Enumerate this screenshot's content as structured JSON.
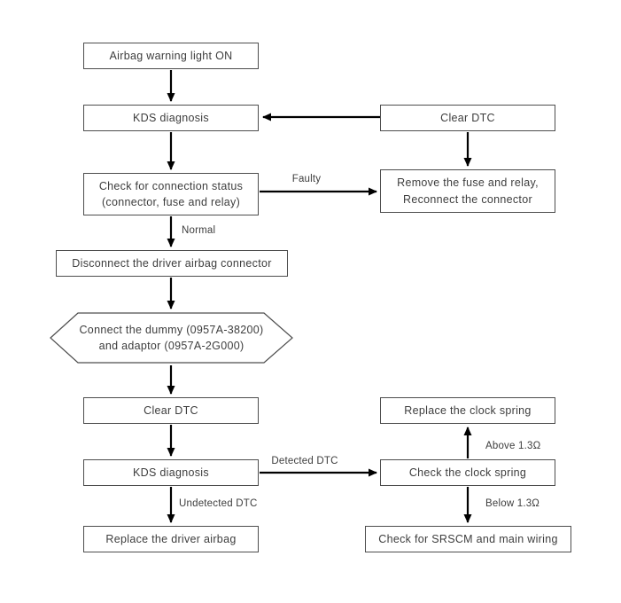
{
  "diagram": {
    "type": "flowchart",
    "colors": {
      "background": "#ffffff",
      "box_border": "#4d4d4d",
      "text": "#3d3d3d",
      "arrow": "#000000"
    },
    "nodes": {
      "airbag_warning": {
        "label": "Airbag warning light ON"
      },
      "kds_diagnosis_1": {
        "label": "KDS diagnosis"
      },
      "clear_dtc_top": {
        "label": "Clear DTC"
      },
      "check_connection": {
        "label": "Check for connection status\n(connector, fuse and relay)"
      },
      "remove_fuse": {
        "label": "Remove the fuse and relay,\nReconnect the connector"
      },
      "disconnect_airbag": {
        "label": "Disconnect the driver airbag connector"
      },
      "connect_dummy": {
        "label": "Connect the dummy (0957A-38200)\nand adaptor (0957A-2G000)"
      },
      "clear_dtc_2": {
        "label": "Clear DTC"
      },
      "kds_diagnosis_2": {
        "label": "KDS diagnosis"
      },
      "replace_driver_airbag": {
        "label": "Replace the driver airbag"
      },
      "replace_clock_spring": {
        "label": "Replace the clock spring"
      },
      "check_clock_spring": {
        "label": "Check the clock spring"
      },
      "check_srscm": {
        "label": "Check for SRSCM and main wiring"
      }
    },
    "edge_labels": {
      "faulty": "Faulty",
      "normal": "Normal",
      "detected_dtc": "Detected DTC",
      "undetected_dtc": "Undetected DTC",
      "above_resistance": "Above 1.3Ω",
      "below_resistance": "Below 1.3Ω"
    }
  }
}
